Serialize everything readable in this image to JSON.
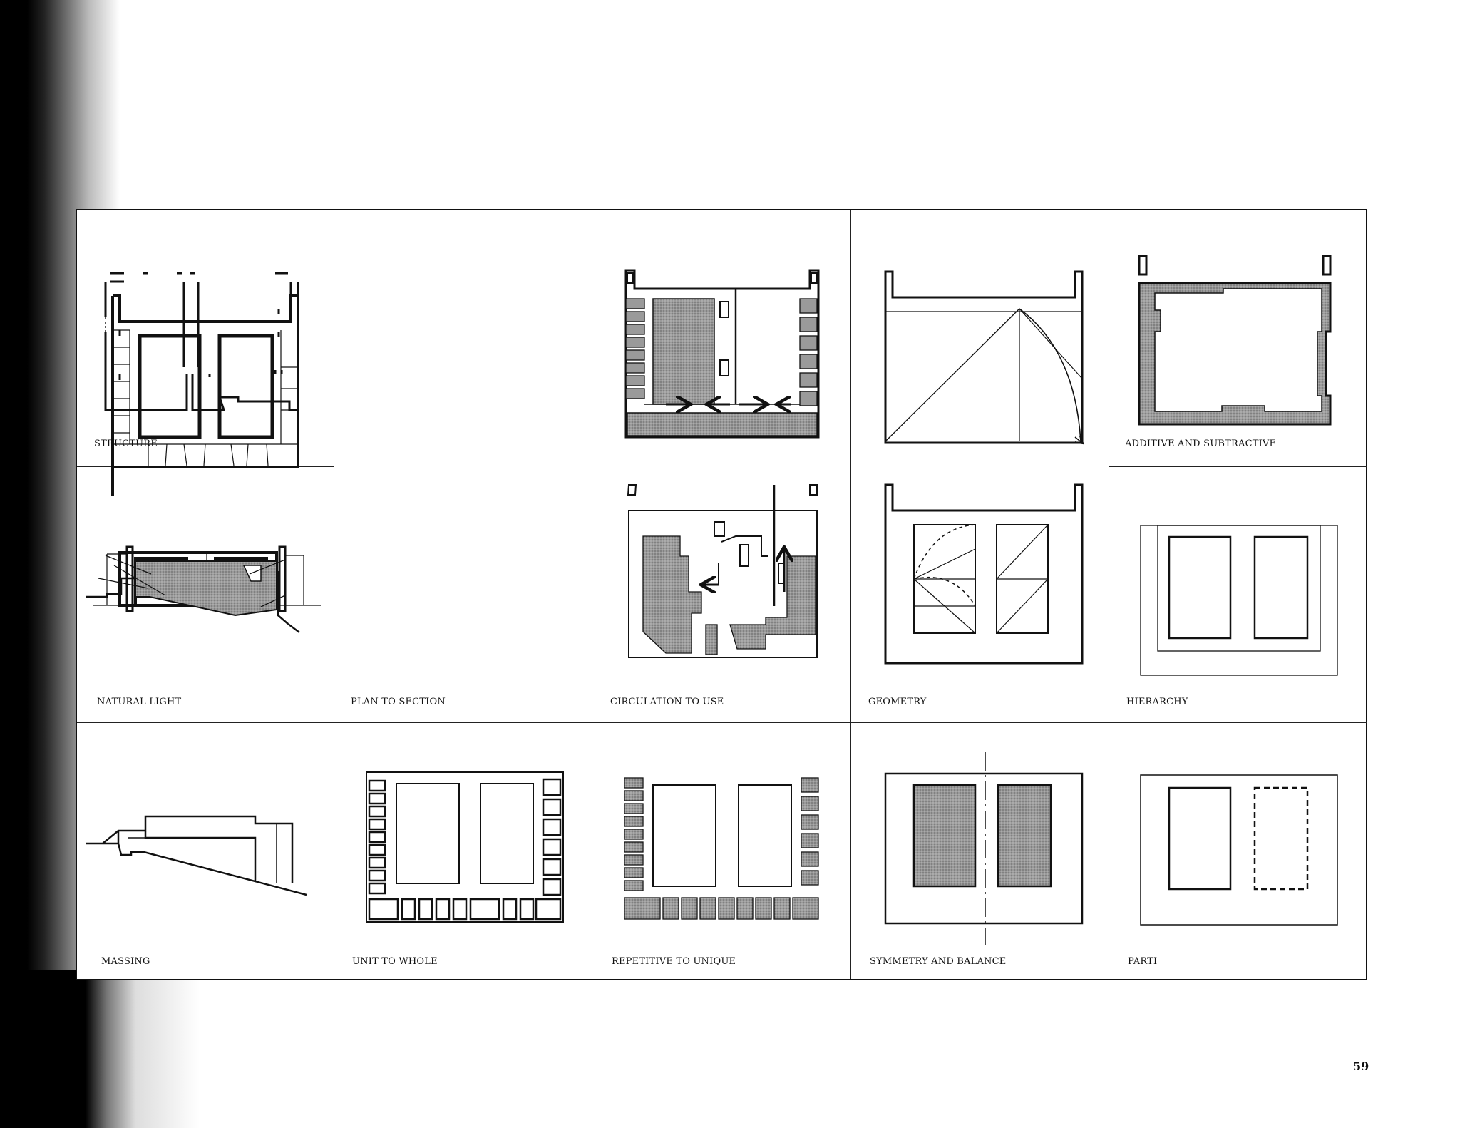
{
  "cells": [
    {
      "id": "structure",
      "label": "STRUCTURE"
    },
    {
      "id": "plan-to-section",
      "label": "PLAN TO SECTION"
    },
    {
      "id": "circulation-to-use",
      "label": "CIRCULATION TO USE"
    },
    {
      "id": "geometry",
      "label": "GEOMETRY"
    },
    {
      "id": "additive-and-subtractive",
      "label": "ADDITIVE AND SUBTRACTIVE"
    },
    {
      "id": "natural-light",
      "label": "NATURAL LIGHT"
    },
    {
      "id": "hierarchy",
      "label": "HIERARCHY"
    },
    {
      "id": "massing",
      "label": "MASSING"
    },
    {
      "id": "unit-to-whole",
      "label": "UNIT TO WHOLE"
    },
    {
      "id": "repetitive-to-unique",
      "label": "REPETITIVE TO UNIQUE"
    },
    {
      "id": "symmetry-and-balance",
      "label": "SYMMETRY AND BALANCE"
    },
    {
      "id": "parti",
      "label": "PARTI"
    }
  ],
  "page_number": "59",
  "colors": {
    "ink": "#111111",
    "poche_fill": "#9a9a9a",
    "paper": "#ffffff"
  }
}
